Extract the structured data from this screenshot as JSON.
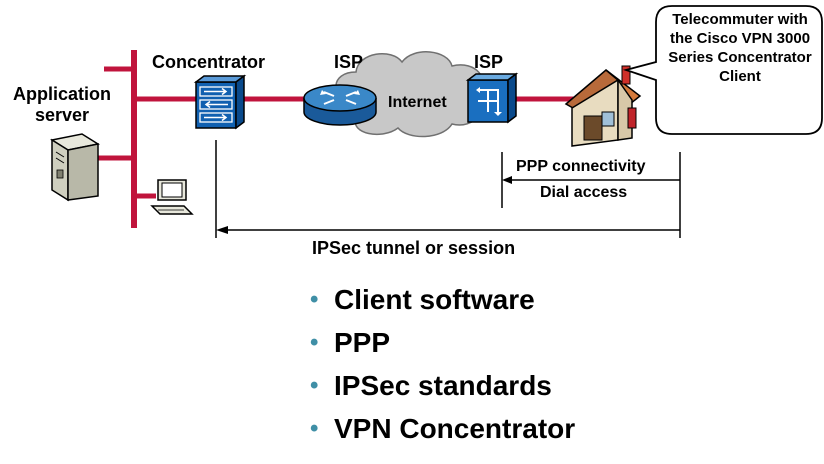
{
  "labels": {
    "application_server": "Application\nserver",
    "concentrator": "Concentrator",
    "isp_left": "ISP",
    "isp_right": "ISP",
    "internet": "Internet",
    "telecommuter": "Telecommuter with the Cisco VPN 3000 Series Concentrator Client",
    "ppp_connectivity": "PPP connectivity",
    "dial_access": "Dial access",
    "ipsec_tunnel": "IPSec tunnel or session"
  },
  "bullets": [
    {
      "text": "Client software"
    },
    {
      "text": "PPP"
    },
    {
      "text": "IPSec standards"
    },
    {
      "text": "VPN Concentrator"
    }
  ],
  "bullet_glyph": "•",
  "colors": {
    "network_line": "#c0143c",
    "device_blue": "#1060b0",
    "router_blue": "#3a88c8",
    "cloud": "#c8c8c8",
    "bullet": "#3f8fa6"
  },
  "icons": [
    "server-icon",
    "workstation-icon",
    "concentrator-icon",
    "router-icon",
    "cloud-icon",
    "switch-icon",
    "house-icon",
    "speech-bubble-icon"
  ]
}
